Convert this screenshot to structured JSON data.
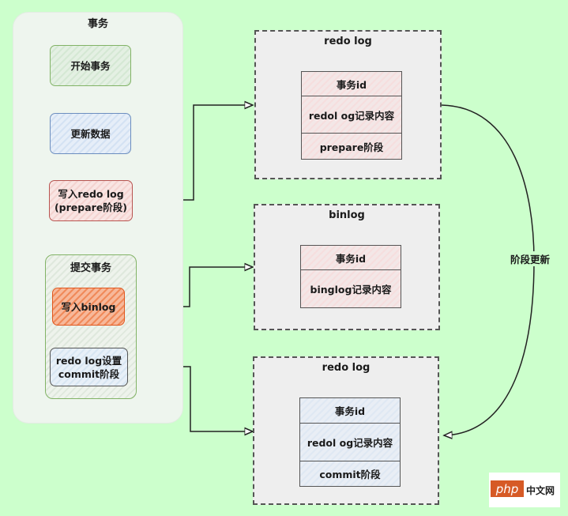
{
  "transaction": {
    "title": "事务",
    "steps": {
      "start": "开始事务",
      "update": "更新数据",
      "write_redo_line1": "写入redo log",
      "write_redo_line2": "(prepare阶段)"
    },
    "commit": {
      "title": "提交事务",
      "write_binlog": "写入binlog",
      "set_commit_line1": "redo log设置",
      "set_commit_line2": "commit阶段"
    }
  },
  "redo_log_prepare": {
    "title": "redo log",
    "fields": [
      "事务id",
      "redol og记录内容",
      "prepare阶段"
    ]
  },
  "binlog": {
    "title": "binlog",
    "fields": [
      "事务id",
      "binglog记录内容"
    ]
  },
  "redo_log_commit": {
    "title": "redo log",
    "fields": [
      "事务id",
      "redol og记录内容",
      "commit阶段"
    ]
  },
  "edges": {
    "stage_update_label": "阶段更新"
  },
  "watermark": {
    "logo": "php",
    "text": "中文网"
  },
  "colors": {
    "background": "#ccffcc",
    "accent_orange": "#e0571f"
  }
}
